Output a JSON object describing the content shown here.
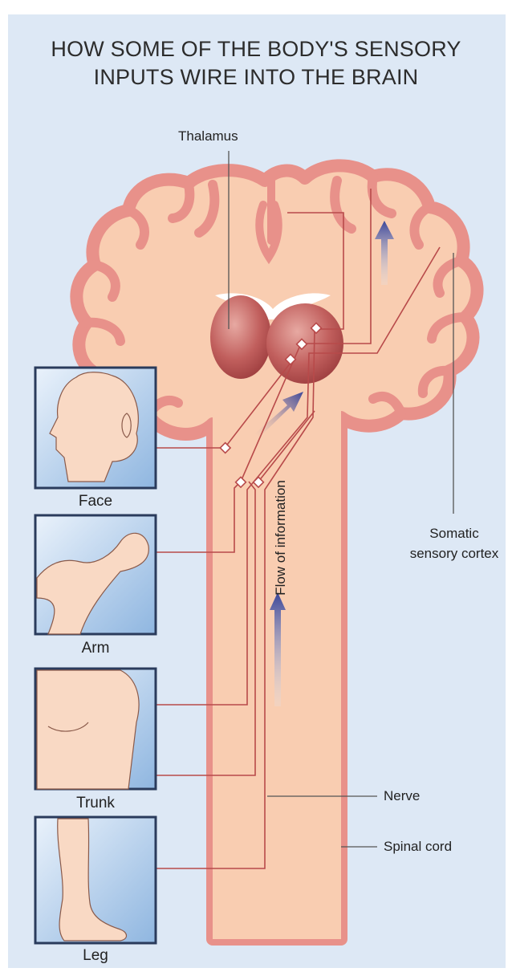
{
  "title": {
    "line1": "HOW SOME OF THE BODY'S SENSORY",
    "line2": "INPUTS WIRE INTO THE BRAIN"
  },
  "labels": {
    "thalamus": "Thalamus",
    "somatic_cortex": "Somatic sensory cortex",
    "flow": "Flow of information",
    "nerve": "Nerve",
    "spinal_cord": "Spinal cord"
  },
  "body_parts": [
    {
      "label": "Face"
    },
    {
      "label": "Arm"
    },
    {
      "label": "Trunk"
    },
    {
      "label": "Leg"
    }
  ],
  "colors": {
    "background": "#dde8f5",
    "brain_fill": "#f9cdb1",
    "brain_outline": "#e8918a",
    "thalamus": "#b8504f",
    "nerve": "#b84a4a",
    "arrow": "#3f4a9e",
    "inset_frame": "#2a3b5c",
    "inset_fill": "#a9c7e6"
  }
}
